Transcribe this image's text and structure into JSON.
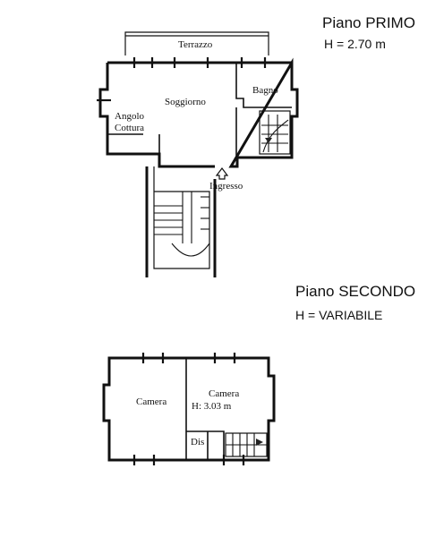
{
  "floor_one": {
    "title": "Piano PRIMO",
    "height": "H = 2.70 m",
    "rooms": {
      "terrace": "Terrazzo",
      "living": "Soggiorno",
      "bathroom": "Bagno",
      "kitchen_line1": "Angolo",
      "kitchen_line2": "Cottura",
      "entrance": "Ingresso"
    }
  },
  "floor_two": {
    "title": "Piano SECONDO",
    "height": "H = VARIABILE",
    "rooms": {
      "bedroom_left": "Camera",
      "bedroom_right": "Camera",
      "bedroom_right_height": "H: 3.03 m",
      "closet": "Dis"
    }
  }
}
